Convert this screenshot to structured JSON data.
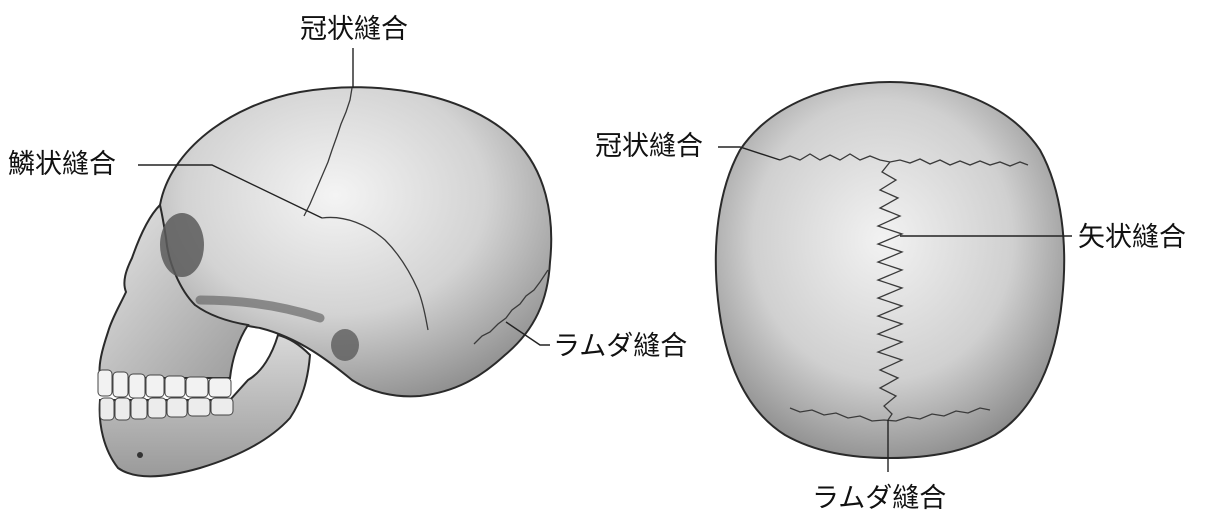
{
  "labels": {
    "lateral_coronal": "冠状縫合",
    "lateral_squamous": "鱗状縫合",
    "lateral_lambdoid": "ラムダ縫合",
    "superior_coronal": "冠状縫合",
    "superior_sagittal": "矢状縫合",
    "superior_lambdoid": "ラムダ縫合"
  }
}
